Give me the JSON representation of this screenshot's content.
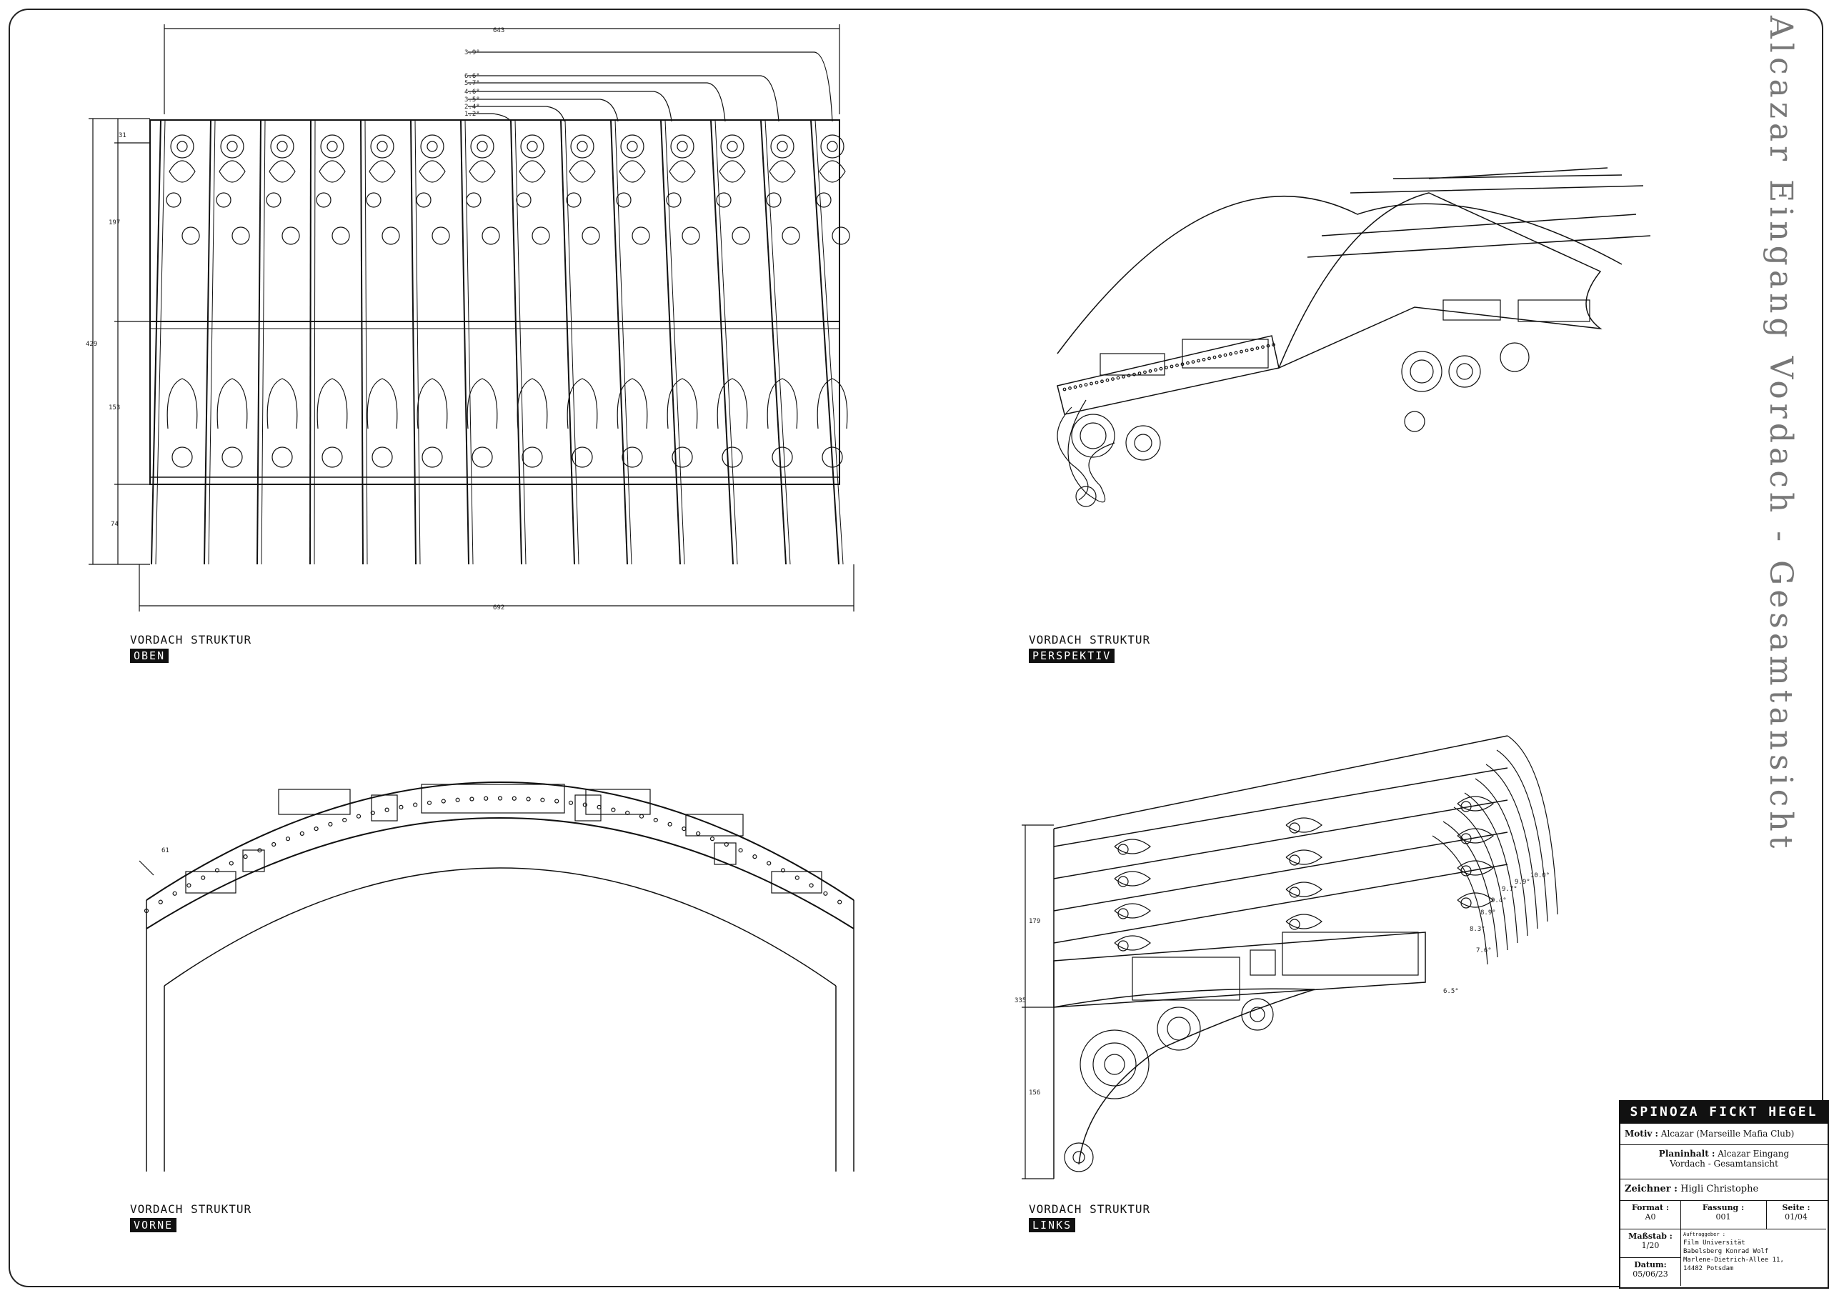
{
  "title_vertical": "Alcazar Eingang Vordach - Gesamtansicht",
  "views": [
    {
      "title": "VORDACH STRUKTUR",
      "subtitle": "OBEN"
    },
    {
      "title": "VORDACH STRUKTUR",
      "subtitle": "PERSPEKTIV"
    },
    {
      "title": "VORDACH STRUKTUR",
      "subtitle": "VORNE"
    },
    {
      "title": "VORDACH STRUKTUR",
      "subtitle": "LINKS"
    }
  ],
  "dimensions_top": {
    "width_top": "643",
    "width_bottom": "692",
    "angles": [
      "3.9°",
      "6.6°",
      "5.7°",
      "4.6°",
      "3.5°",
      "2.4°",
      "1.2°"
    ],
    "height_total": "429",
    "segments": [
      "31",
      "197",
      "153",
      "74"
    ]
  },
  "dimensions_front": {
    "label": "61"
  },
  "dimensions_side": {
    "angles": [
      "10.0°",
      "9.9°",
      "9.7°",
      "9.4°",
      "8.9°",
      "8.3°",
      "7.6°",
      "6.5°"
    ],
    "height_total": "335",
    "segments": [
      "179",
      "156"
    ]
  },
  "title_block": {
    "project": "SPINOZA FICKT HEGEL",
    "motiv_label": "Motiv :",
    "motiv_value": "Alcazar (Marseille Mafia Club)",
    "planinhalt_label": "Planinhalt :",
    "planinhalt_value1": "Alcazar Eingang",
    "planinhalt_value2": "Vordach - Gesamtansicht",
    "zeichner_label": "Zeichner :",
    "zeichner_value": "Higli Christophe",
    "format_label": "Format :",
    "format_value": "A0",
    "fassung_label": "Fassung :",
    "fassung_value": "001",
    "seite_label": "Seite :",
    "seite_value": "01/04",
    "massstab_label": "Maßstab :",
    "massstab_value": "1/20",
    "datum_label": "Datum:",
    "datum_value": "05/06/23",
    "auftraggeber_label": "Auftraggeber :",
    "auftraggeber_lines": [
      "Film Universität",
      "Babelsberg Konrad Wolf",
      "Marlene-Dietrich-Allee 11,",
      "14482 Potsdam"
    ]
  }
}
